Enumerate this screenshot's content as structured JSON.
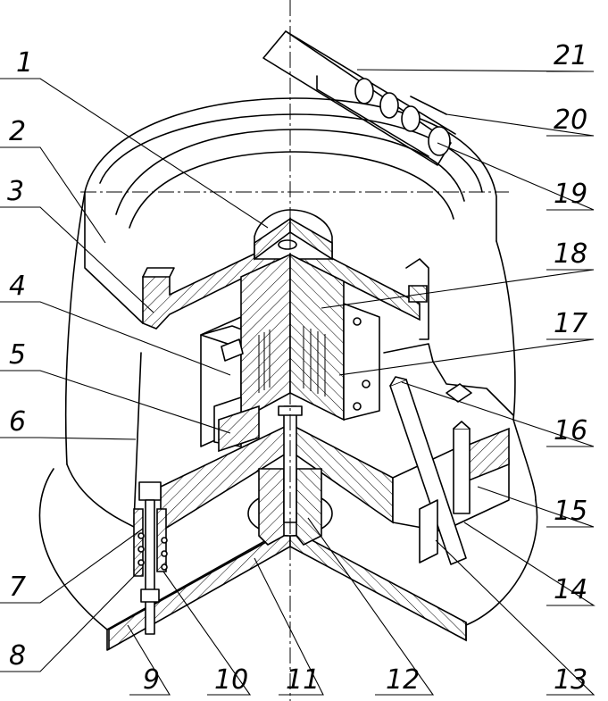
{
  "callouts": [
    {
      "label": "1"
    },
    {
      "label": "2"
    },
    {
      "label": "3"
    },
    {
      "label": "4"
    },
    {
      "label": "5"
    },
    {
      "label": "6"
    },
    {
      "label": "7"
    },
    {
      "label": "8"
    },
    {
      "label": "9"
    },
    {
      "label": "10"
    },
    {
      "label": "11"
    },
    {
      "label": "12"
    },
    {
      "label": "13"
    },
    {
      "label": "14"
    },
    {
      "label": "15"
    },
    {
      "label": "16"
    },
    {
      "label": "17"
    },
    {
      "label": "18"
    },
    {
      "label": "19"
    },
    {
      "label": "20"
    },
    {
      "label": "21"
    }
  ],
  "colors": {
    "ink": "#000000",
    "paper": "#ffffff"
  }
}
